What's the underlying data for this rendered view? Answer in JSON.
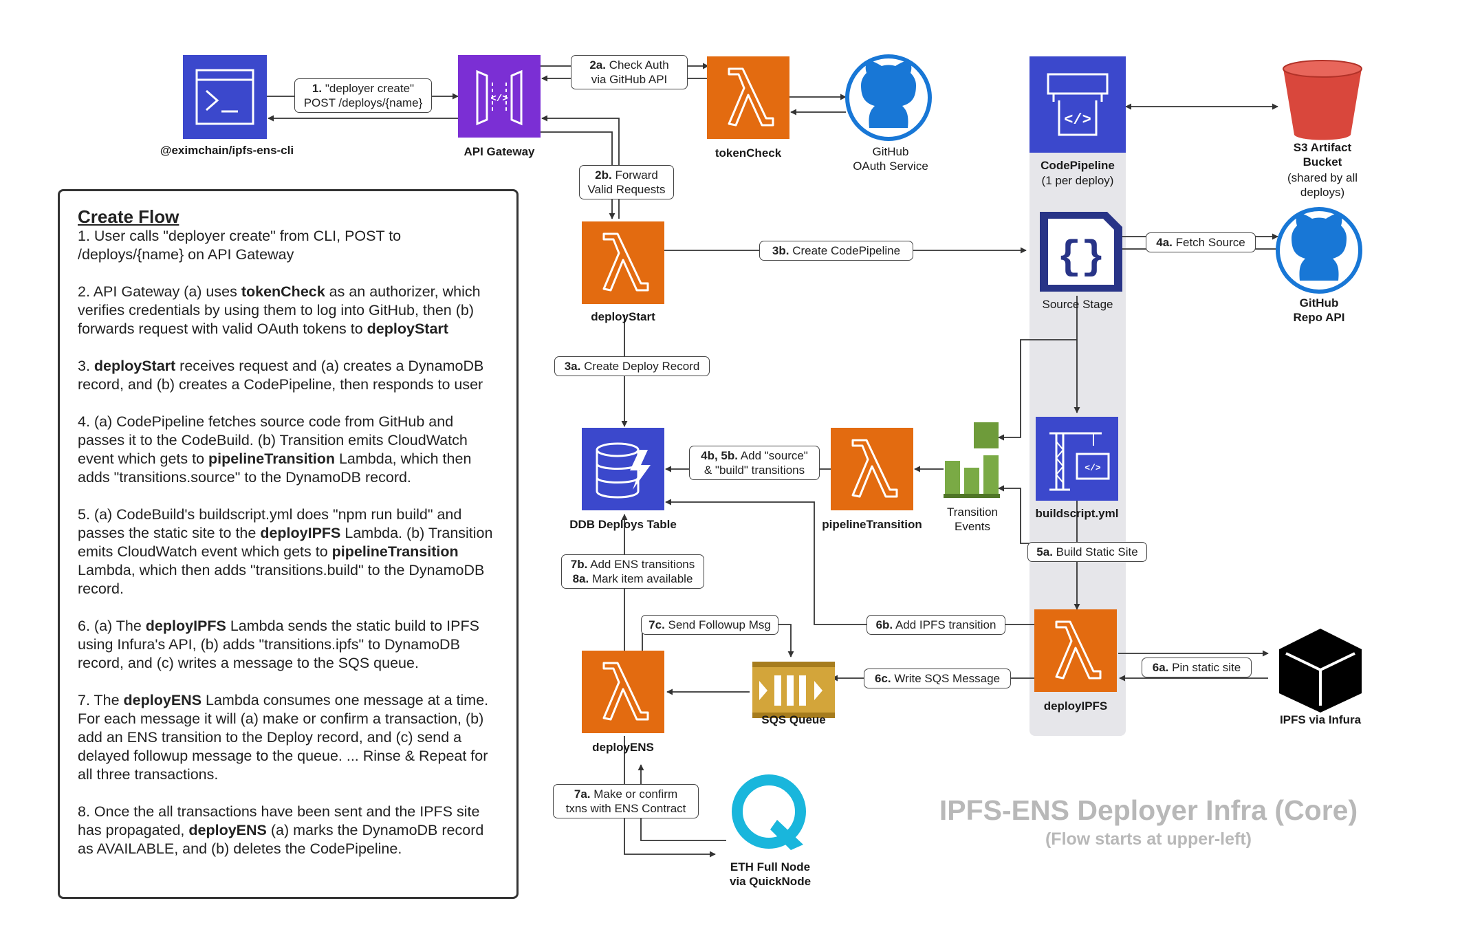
{
  "nodes": {
    "cli": {
      "label": "@eximchain/ipfs-ens-cli",
      "icon": "terminal-icon",
      "color": "#3b48cc"
    },
    "api_gateway": {
      "label": "API Gateway",
      "icon": "api-gateway-icon",
      "color": "#7b2fd4"
    },
    "token_check": {
      "label": "tokenCheck",
      "icon": "lambda-icon",
      "color": "#e36b10"
    },
    "github_oauth": {
      "label": "GitHub\nOAuth Service",
      "icon": "github-icon",
      "color": "#1877d6"
    },
    "codepipeline": {
      "label": "CodePipeline",
      "sublabel": "(1 per deploy)",
      "icon": "codepipeline-icon",
      "color": "#3b48cc"
    },
    "s3_bucket": {
      "label": "S3 Artifact\nBucket",
      "sublabel": "(shared by all\ndeploys)",
      "icon": "s3-bucket-icon",
      "color": "#d9473c"
    },
    "deploy_start": {
      "label": "deployStart",
      "icon": "lambda-icon",
      "color": "#e36b10"
    },
    "source_stage": {
      "label": "Source Stage",
      "icon": "source-file-icon",
      "color": "#283487"
    },
    "github_repo": {
      "label": "GitHub\nRepo API",
      "icon": "github-icon",
      "color": "#1877d6"
    },
    "ddb_table": {
      "label": "DDB Deploys Table",
      "icon": "dynamodb-icon",
      "color": "#3b48cc"
    },
    "pipeline_transition": {
      "label": "pipelineTransition",
      "icon": "lambda-icon",
      "color": "#e36b10"
    },
    "transition_events": {
      "label": "Transition\nEvents",
      "icon": "cloudwatch-events-icon",
      "color": "#6e9b3a"
    },
    "buildscript": {
      "label": "buildscript.yml",
      "icon": "codebuild-icon",
      "color": "#3b48cc"
    },
    "deploy_ipfs": {
      "label": "deployIPFS",
      "icon": "lambda-icon",
      "color": "#e36b10"
    },
    "ipfs_infura": {
      "label": "IPFS via Infura",
      "icon": "cube-icon",
      "color": "#000000"
    },
    "sqs_queue": {
      "label": "SQS Queue",
      "icon": "sqs-queue-icon",
      "color": "#d3a53a"
    },
    "deploy_ens": {
      "label": "deployENS",
      "icon": "lambda-icon",
      "color": "#e36b10"
    },
    "eth_node": {
      "label": "ETH Full Node\nvia QuickNode",
      "icon": "quicknode-icon",
      "color": "#19b6dc"
    }
  },
  "edges": {
    "e1": {
      "num": "1.",
      "text": "\"deployer create\"\nPOST /deploys/{name}"
    },
    "e2a": {
      "num": "2a.",
      "text": "Check Auth\nvia GitHub API"
    },
    "e2b": {
      "num": "2b.",
      "text": "Forward\nValid Requests"
    },
    "e3b": {
      "num": "3b.",
      "text": "Create CodePipeline"
    },
    "e3a": {
      "num": "3a.",
      "text": "Create Deploy Record"
    },
    "e4a": {
      "num": "4a.",
      "text": "Fetch Source"
    },
    "e4b5b": {
      "num": "4b, 5b.",
      "text": "Add \"source\"\n& \"build\" transitions"
    },
    "e5a": {
      "num": "5a.",
      "text": "Build Static Site"
    },
    "e7b8a": {
      "num": "7b.",
      "text": "Add ENS transitions",
      "num2": "8a.",
      "text2": "Mark item available"
    },
    "e6b": {
      "num": "6b.",
      "text": "Add IPFS transition"
    },
    "e7c": {
      "num": "7c.",
      "text": "Send Followup Msg"
    },
    "e6c": {
      "num": "6c.",
      "text": "Write SQS Message"
    },
    "e6a": {
      "num": "6a.",
      "text": "Pin static site"
    },
    "e7a": {
      "num": "7a.",
      "text": "Make or confirm\ntxns with ENS Contract"
    }
  },
  "create_flow": {
    "title": "Create Flow",
    "items": [
      [
        {
          "t": "1. User calls \"deployer create\" from CLI, POST to /deploys/{name} on API Gateway"
        }
      ],
      [
        {
          "t": "2. API Gateway (a) uses "
        },
        {
          "t": "tokenCheck",
          "b": true
        },
        {
          "t": " as an authorizer, which verifies credentials by using them to log into GitHub, then (b) forwards request with valid OAuth tokens to "
        },
        {
          "t": "deployStart",
          "b": true
        }
      ],
      [
        {
          "t": "3. "
        },
        {
          "t": "deployStart",
          "b": true
        },
        {
          "t": " receives request and (a) creates a DynamoDB record, and (b) creates a CodePipeline, then responds to user"
        }
      ],
      [
        {
          "t": "4. (a) CodePipeline fetches source code from GitHub and passes it to the CodeBuild.  (b) Transition emits CloudWatch event which gets to "
        },
        {
          "t": "pipelineTransition",
          "b": true
        },
        {
          "t": " Lambda, which then adds \"transitions.source\" to the DynamoDB record."
        }
      ],
      [
        {
          "t": "5. (a) CodeBuild's buildscript.yml does \"npm run build\" and passes the static site to the "
        },
        {
          "t": "deployIPFS",
          "b": true
        },
        {
          "t": " Lambda.  (b) Transition emits CloudWatch event which gets to "
        },
        {
          "t": "pipelineTransition",
          "b": true
        },
        {
          "t": " Lambda, which then adds \"transitions.build\" to the DynamoDB record."
        }
      ],
      [
        {
          "t": "6. (a) The "
        },
        {
          "t": "deployIPFS",
          "b": true
        },
        {
          "t": " Lambda sends the static build to IPFS using Infura's API, (b) adds \"transitions.ipfs\" to DynamoDB record, and (c) writes a message to the SQS queue."
        }
      ],
      [
        {
          "t": "7. The "
        },
        {
          "t": "deployENS",
          "b": true
        },
        {
          "t": " Lambda consumes one message at a time.  For each message it will (a) make or confirm a transaction, (b) add an ENS transition to the Deploy record, and (c) send a delayed followup message to the queue.  ... Rinse & Repeat for all three transactions."
        }
      ],
      [
        {
          "t": "8. Once the all transactions have been sent and the IPFS site has propagated, "
        },
        {
          "t": "deployENS",
          "b": true
        },
        {
          "t": " (a) marks the DynamoDB record as AVAILABLE, and (b) deletes the CodePipeline."
        }
      ]
    ]
  },
  "title": "IPFS-ENS Deployer Infra (Core)",
  "subtitle": "(Flow starts at upper-left)",
  "colors": {
    "line": "#333333",
    "lane": "#e6e6ea",
    "title": "#b8b8b8"
  }
}
